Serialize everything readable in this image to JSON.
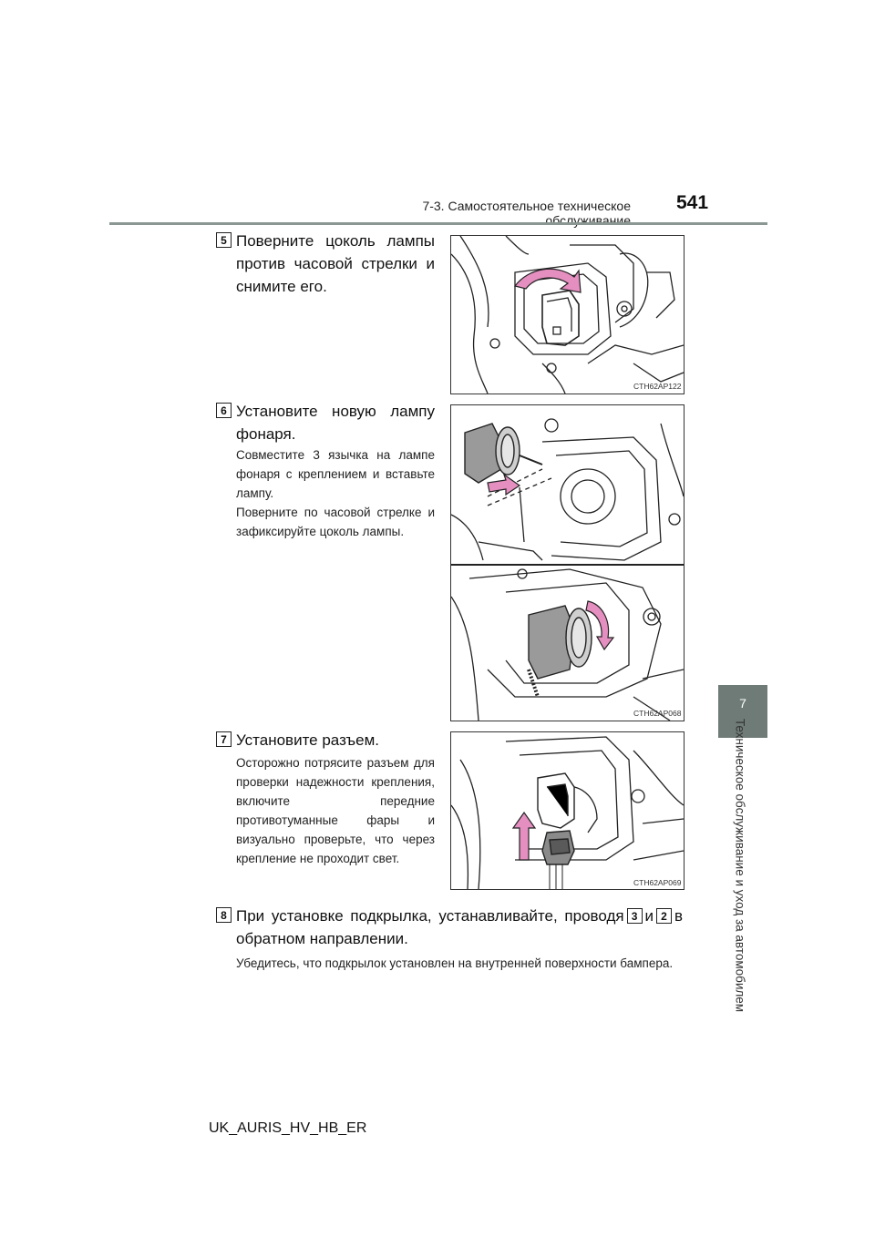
{
  "header": {
    "section": "7-3. Самостоятельное техническое обслуживание",
    "page_number": "541"
  },
  "side_tab": {
    "number": "7",
    "title": "Техническое обслуживание и уход за автомобилем"
  },
  "steps": [
    {
      "number": "5",
      "main_lines": [
        "Поверните цоколь лампы",
        "против часовой стрелки и",
        "снимите его."
      ],
      "notes": [],
      "figure_code": "CTH62AP122"
    },
    {
      "number": "6",
      "main_lines": [
        "Установите новую лампу",
        "фонаря."
      ],
      "notes": [
        "Совместите 3 язычка на лампе фонаря с креплением и вставьте лампу.",
        "Поверните по часовой стрелке и зафиксируйте цоколь лампы."
      ],
      "figure_code": "CTH62AP068"
    },
    {
      "number": "7",
      "main_lines": [
        "Установите разъем."
      ],
      "notes": [
        "Осторожно потрясите разъем для проверки надежности крепления, включите передние противотуманные фары и визуально проверьте, что через крепление не проходит свет."
      ],
      "figure_code": "CTH62AP069"
    },
    {
      "number": "8",
      "main_part1": "При установке подкрылка, устанавливайте, проводя",
      "ref1": "3",
      "conj": "и",
      "ref2": "2",
      "main_part2": "в",
      "main_line2": "обратном направлении.",
      "notes": [
        "Убедитесь, что подкрылок установлен на внутренней поверхности бампера."
      ]
    }
  ],
  "footer": {
    "doc_code": "UK_AURIS_HV_HB_ER"
  },
  "colors": {
    "accent_gray": "#6f7b77",
    "rule_gray": "#8a9792",
    "arrow_pink": "#e48fc0"
  }
}
